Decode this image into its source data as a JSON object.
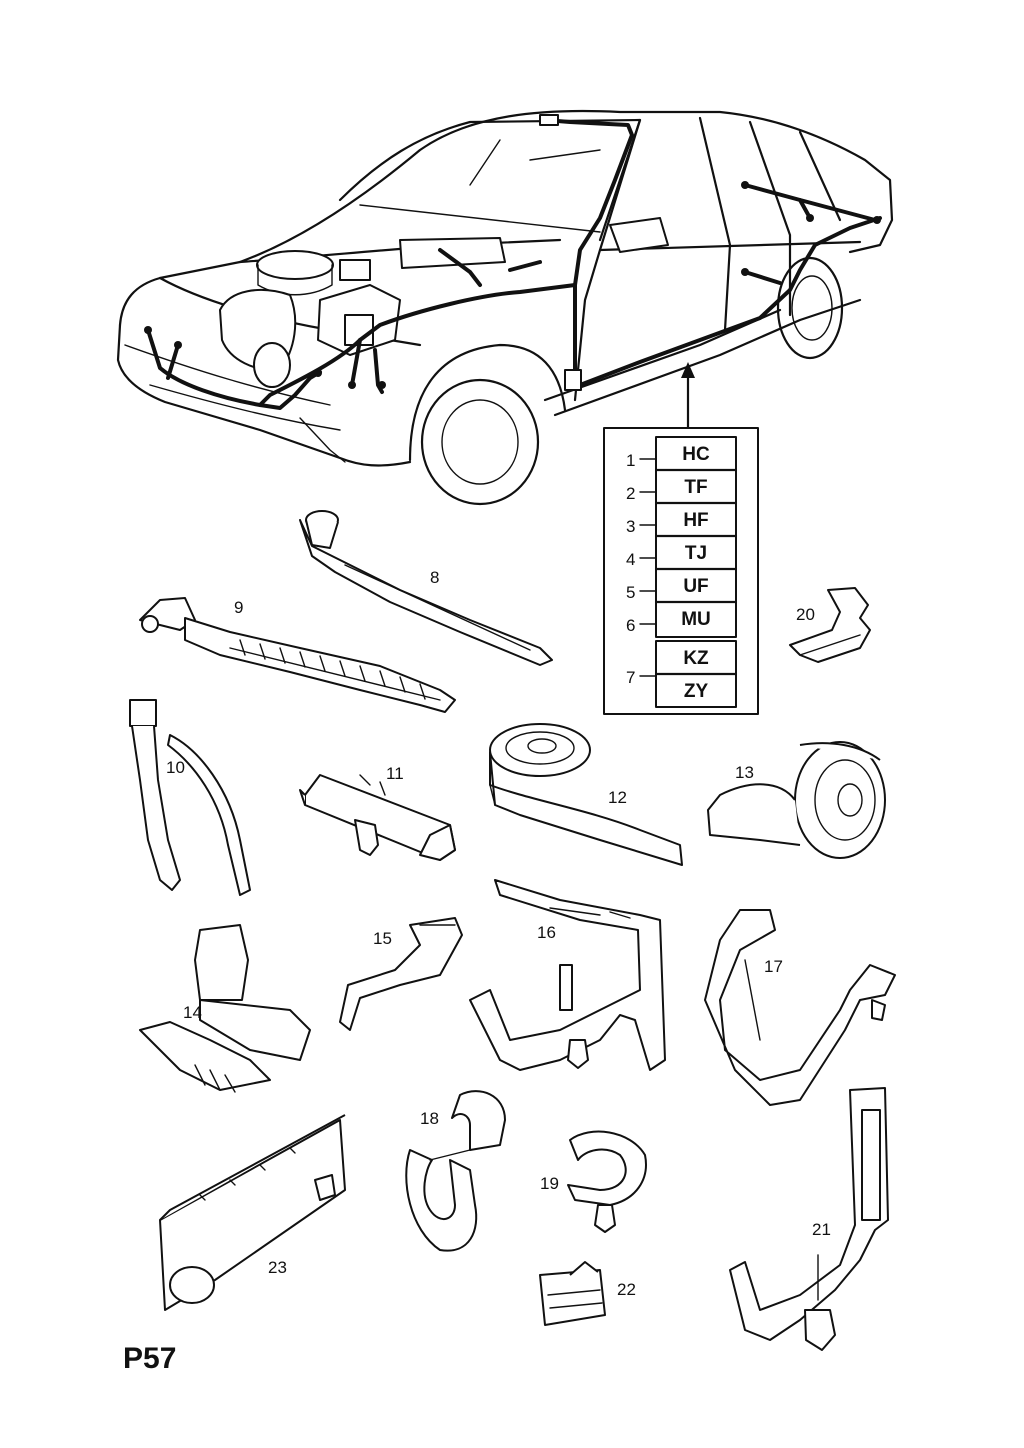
{
  "page_code": "P57",
  "variant_table": [
    {
      "index": "1",
      "code": "HC"
    },
    {
      "index": "2",
      "code": "TF"
    },
    {
      "index": "3",
      "code": "HF"
    },
    {
      "index": "4",
      "code": "TJ"
    },
    {
      "index": "5",
      "code": "UF"
    },
    {
      "index": "6",
      "code": "MU"
    },
    {
      "index": "7",
      "code": "KZ",
      "code2": "ZY"
    }
  ],
  "callouts": {
    "p8": "8",
    "p9": "9",
    "p10": "10",
    "p11": "11",
    "p12": "12",
    "p13": "13",
    "p14": "14",
    "p15": "15",
    "p16": "16",
    "p17": "17",
    "p18": "18",
    "p19": "19",
    "p20": "20",
    "p21": "21",
    "p22": "22",
    "p23": "23"
  }
}
